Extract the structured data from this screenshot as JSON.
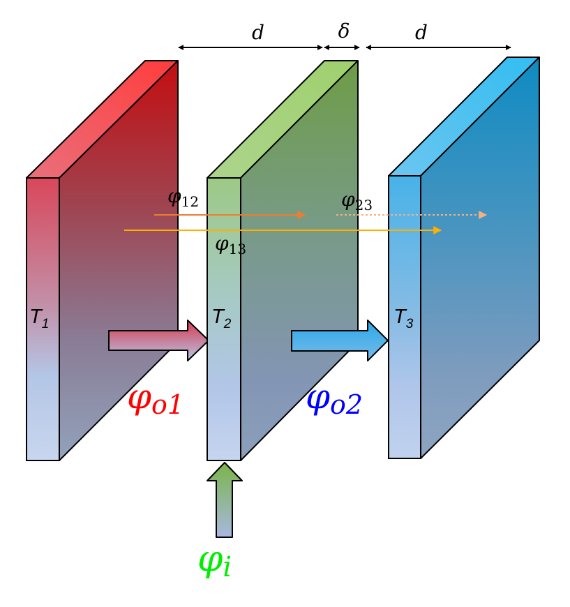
{
  "dimensions": {
    "d_left": "d",
    "delta": "δ",
    "d_right": "d"
  },
  "plates": [
    {
      "temp_symbol": "T",
      "temp_sub": "1",
      "color": "#cc2020"
    },
    {
      "temp_symbol": "T",
      "temp_sub": "2",
      "color": "#77a94b"
    },
    {
      "temp_symbol": "T",
      "temp_sub": "3",
      "color": "#1496d0"
    }
  ],
  "fluxes": {
    "phi12": {
      "symbol": "φ",
      "sub": "12",
      "color": "#ed7d31"
    },
    "phi13": {
      "symbol": "φ",
      "sub": "13",
      "color": "#ffb000"
    },
    "phi23": {
      "symbol": "φ",
      "sub": "23",
      "color": "#f4b183"
    },
    "phi_o1": {
      "symbol": "φ",
      "sub": "o1",
      "color": "#ff0000"
    },
    "phi_o2": {
      "symbol": "φ",
      "sub": "o2",
      "color": "#0000ff"
    },
    "phi_i": {
      "symbol": "φ",
      "sub": "i",
      "color": "#00ee00"
    }
  }
}
